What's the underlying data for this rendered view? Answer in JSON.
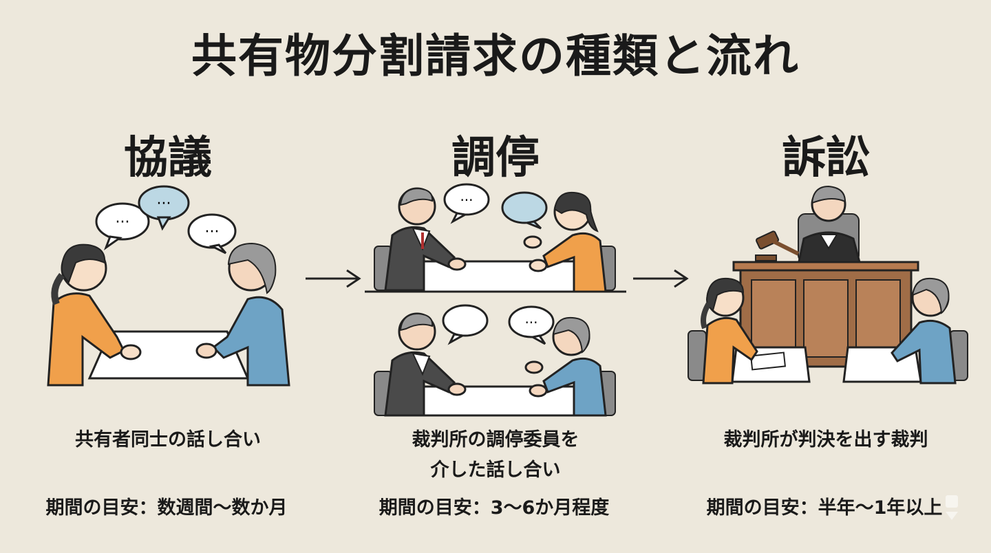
{
  "title": "共有物分割請求の種類と流れ",
  "columns": [
    {
      "heading": "協議",
      "description_lines": [
        "共有者同士の話し合い"
      ],
      "period": "期間の目安：数週間～数か月"
    },
    {
      "heading": "調停",
      "description_lines": [
        "裁判所の調停委員を",
        "介した話し合い"
      ],
      "period": "期間の目安：3～6か月程度"
    },
    {
      "heading": "訴訟",
      "description_lines": [
        "裁判所が判決を出す裁判"
      ],
      "period": "期間の目安：半年～1年以上"
    }
  ],
  "colors": {
    "background": "#ede8dc",
    "orange_person": "#f0a04b",
    "blue_person": "#6ea3c5",
    "suit": "#4a4a4a",
    "bench_wood": "#a06d47",
    "speech_blue": "#bcd8e4"
  }
}
